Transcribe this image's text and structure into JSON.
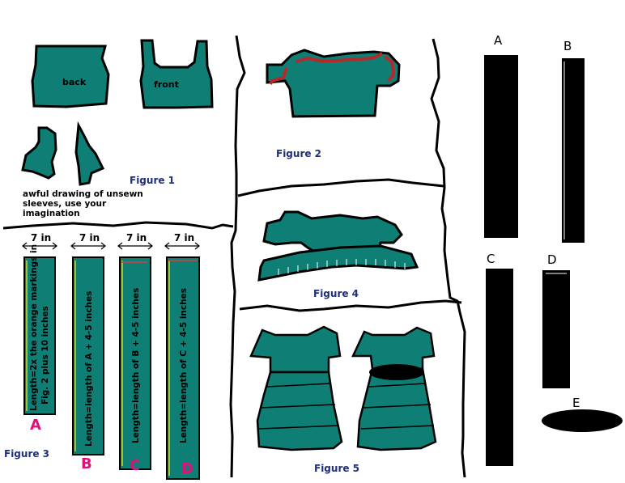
{
  "colors": {
    "teal": "#0f7f75",
    "outline": "#000000",
    "accent_red": "#b42a2a",
    "label_blue": "#1f2f7a",
    "magenta": "#e0107a"
  },
  "figure1": {
    "caption": "Figure 1",
    "back_label": "back",
    "front_label": "front",
    "note": "awful drawing of unsewn sleeves, use your imagination"
  },
  "figure2": {
    "caption": "Figure 2"
  },
  "figure3": {
    "caption": "Figure 3",
    "width_label": "7 in",
    "strips": [
      {
        "text": "Length=2x the orange markings in Fig. 2 plus 10 inches",
        "tag": "A"
      },
      {
        "text": "Length=length of A + 4-5 inches",
        "tag": "B"
      },
      {
        "text": "Length=length of B + 4-5 inches",
        "tag": "C"
      },
      {
        "text": "Length=length of C + 4-5 inches",
        "tag": "D"
      }
    ]
  },
  "figure4": {
    "caption": "Figure 4"
  },
  "figure5": {
    "caption": "Figure 5"
  },
  "pieces": {
    "A": "A",
    "B": "B",
    "C": "C",
    "D": "D",
    "E": "E"
  }
}
